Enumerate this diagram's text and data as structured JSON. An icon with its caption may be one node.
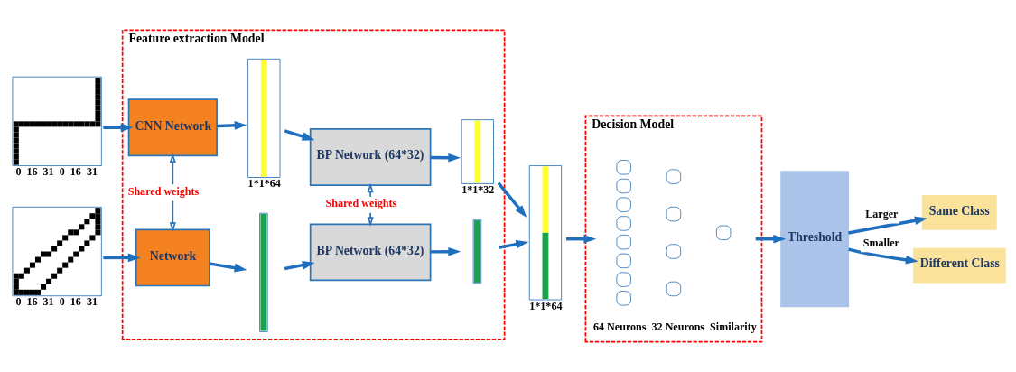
{
  "diagram": {
    "nodes": [
      {
        "text": [
          "Feature extraction Model"
        ]
      },
      {
        "text": [],
        "shape": "picture",
        "beside": [
          "0",
          "16",
          "31",
          "0",
          "16",
          "31"
        ]
      },
      {
        "text": [],
        "shape": "picture",
        "beside": [
          "0",
          "16",
          "31",
          "0",
          "16",
          "31"
        ]
      },
      {
        "text": [
          "CNN Network"
        ],
        "in": 0
      },
      {
        "text": [
          "Network"
        ],
        "in": 0
      },
      {
        "text": [],
        "shape": "bar",
        "in": 0,
        "beside": [
          "1*1*64"
        ]
      },
      {
        "text": [],
        "shape": "bar",
        "in": 0
      },
      {
        "text": [
          "BP Network (64*32)"
        ],
        "in": 0
      },
      {
        "text": [
          "BP Network (64*32)"
        ],
        "in": 0
      },
      {
        "text": [],
        "shape": "bar",
        "in": 0,
        "beside": [
          "1*1*32"
        ]
      },
      {
        "text": [],
        "shape": "bar",
        "in": 0
      },
      {
        "text": [],
        "shape": "bar",
        "beside": [
          "1*1*64"
        ]
      },
      {
        "text": [
          "Decision Model"
        ]
      },
      {
        "text": [],
        "shape": "picture",
        "in": 12,
        "beside": [
          "64 Neurons",
          "32 Neurons",
          "Similarity"
        ]
      },
      {
        "text": [
          "Threshold"
        ]
      },
      {
        "text": [
          "Same Class"
        ]
      },
      {
        "text": [
          "Different Class"
        ]
      }
    ],
    "edges": [
      {
        "from": 1,
        "to": 3,
        "arrow": "to"
      },
      {
        "from": 2,
        "to": 4,
        "arrow": "to"
      },
      {
        "from": 3,
        "to": 4,
        "arrow": "both",
        "label": "Shared weights"
      },
      {
        "from": 3,
        "to": 5,
        "arrow": "to"
      },
      {
        "from": 4,
        "to": 6,
        "arrow": "to"
      },
      {
        "from": 5,
        "to": 7,
        "arrow": "to"
      },
      {
        "from": 6,
        "to": 8,
        "arrow": "to"
      },
      {
        "from": 7,
        "to": 8,
        "arrow": "both",
        "label": "Shared weights"
      },
      {
        "from": 7,
        "to": 9,
        "arrow": "to"
      },
      {
        "from": 8,
        "to": 10,
        "arrow": "to"
      },
      {
        "from": 9,
        "to": 11,
        "arrow": "to"
      },
      {
        "from": 10,
        "to": 11,
        "arrow": "to"
      },
      {
        "from": 11,
        "to": 13,
        "arrow": "to"
      },
      {
        "from": 13,
        "to": 14,
        "arrow": "to"
      },
      {
        "from": 14,
        "to": 15,
        "arrow": "to",
        "label": "Larger"
      },
      {
        "from": 14,
        "to": 16,
        "arrow": "to",
        "label": "Smaller"
      }
    ]
  }
}
